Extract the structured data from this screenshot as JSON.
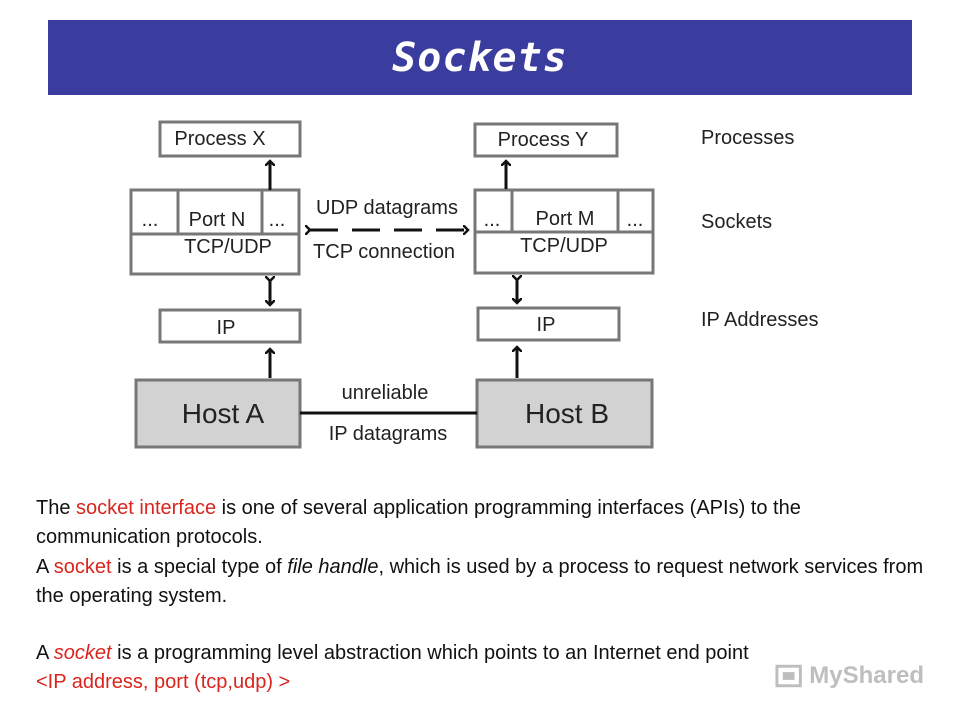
{
  "title": "Sockets",
  "diagram": {
    "process_x": "Process X",
    "process_y": "Process Y",
    "left_socket": {
      "ellipsis_left": "...",
      "port": "Port N",
      "ellipsis_right": "...",
      "protocol": "TCP/UDP"
    },
    "right_socket": {
      "ellipsis_left": "...",
      "port": "Port M",
      "ellipsis_right": "...",
      "protocol": "TCP/UDP"
    },
    "ip_left": "IP",
    "ip_right": "IP",
    "host_a": "Host A",
    "host_b": "Host B",
    "udp_label": "UDP datagrams",
    "tcp_label": "TCP connection",
    "unreliable_label": "unreliable",
    "ip_datagrams_label": "IP datagrams",
    "layers": {
      "processes": "Processes",
      "sockets": "Sockets",
      "ip_addresses": "IP Addresses"
    },
    "colors": {
      "host_fill": "#d2d2d2",
      "box_stroke": "#777777",
      "line": "#111111"
    }
  },
  "text": {
    "p1": {
      "a": "The ",
      "b": "socket interface",
      "c": " is one of several application programming interfaces (APIs) to the communication protocols."
    },
    "p2": {
      "a": "A ",
      "b": "socket",
      "c": " is a special type of ",
      "d": "file handle",
      "e": ", which is used by a process to request network services from the operating system."
    },
    "p3": {
      "a": "A ",
      "b": "socket",
      "c": "  is a programming level abstraction which points to an  Internet end point ",
      "d": "<IP address, port (tcp,udp) >"
    }
  },
  "watermark": {
    "text": "MyShared"
  },
  "colors": {
    "banner": "#3b3d9e",
    "highlight": "#d9251d"
  }
}
